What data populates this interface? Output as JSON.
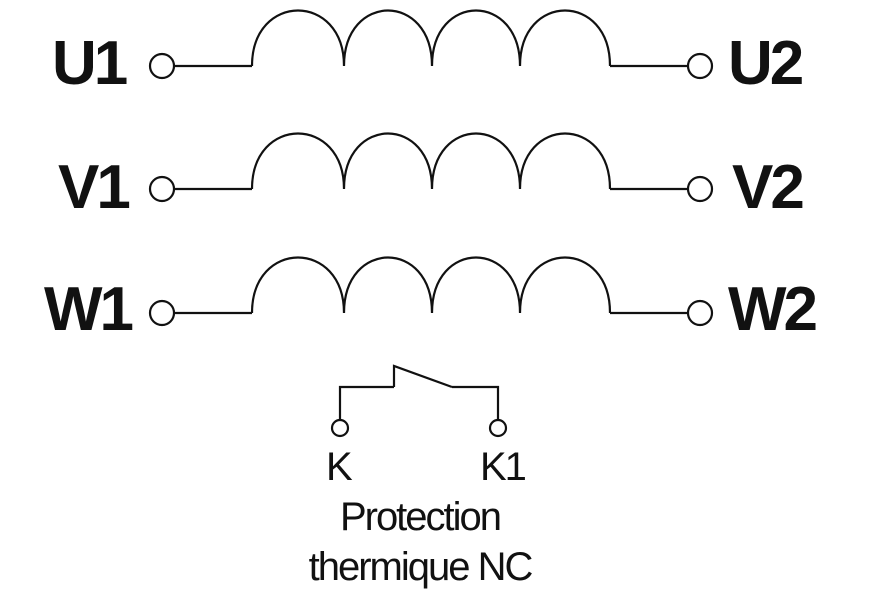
{
  "windings": [
    {
      "start_label": "U1",
      "end_label": "U2"
    },
    {
      "start_label": "V1",
      "end_label": "V2"
    },
    {
      "start_label": "W1",
      "end_label": "W2"
    }
  ],
  "thermal_switch": {
    "left_terminal": "K",
    "right_terminal": "K1",
    "caption_line1": "Protection",
    "caption_line2": "thermique NC"
  },
  "colors": {
    "line": "#111111",
    "background": "#ffffff"
  }
}
